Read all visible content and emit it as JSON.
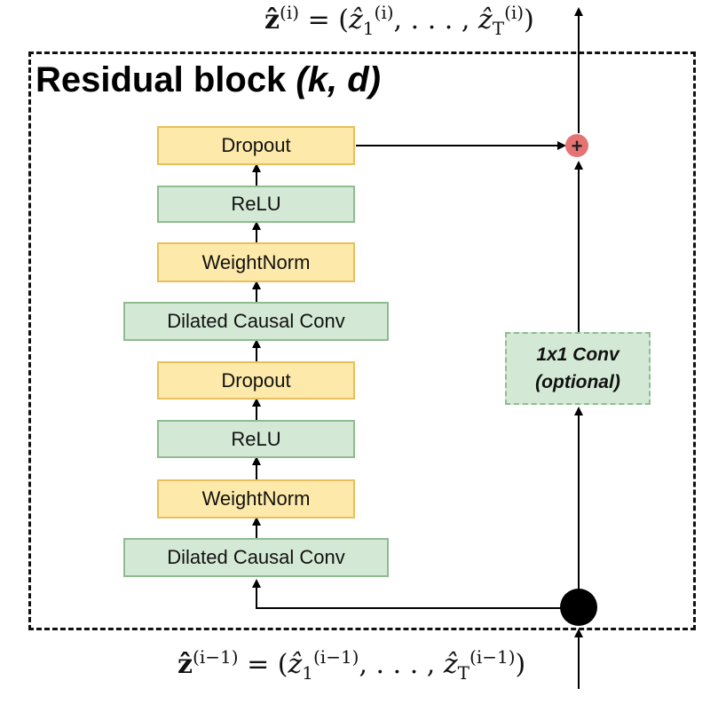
{
  "output_label": {
    "lhs": "ẑ",
    "lhs_sup": "(i)",
    "eq": " = (",
    "z1": "ẑ",
    "z1_sub": "1",
    "z1_sup": "(i)",
    "dots": ", . . . , ",
    "zT": "ẑ",
    "zT_sub": "T",
    "zT_sup": "(i)",
    "close": ")"
  },
  "input_label": {
    "lhs": "ẑ",
    "lhs_sup": "(i−1)",
    "eq": " = (",
    "z1": "ẑ",
    "z1_sub": "1",
    "z1_sup": "(i−1)",
    "dots": ", . . . , ",
    "zT": "ẑ",
    "zT_sub": "T",
    "zT_sup": "(i−1)",
    "close": ")"
  },
  "block": {
    "title": "Residual block ",
    "params": "(k, d)"
  },
  "layers": [
    {
      "label": "Dropout",
      "color": "#fde9a9"
    },
    {
      "label": "ReLU",
      "color": "#d4e9d5"
    },
    {
      "label": "WeightNorm",
      "color": "#fde9a9"
    },
    {
      "label": "Dilated Causal Conv",
      "color": "#d4e9d5"
    },
    {
      "label": "Dropout",
      "color": "#fde9a9"
    },
    {
      "label": "ReLU",
      "color": "#d4e9d5"
    },
    {
      "label": "WeightNorm",
      "color": "#fde9a9"
    },
    {
      "label": "Dilated Causal Conv",
      "color": "#d4e9d5"
    }
  ],
  "skip": {
    "line1": "1x1 Conv",
    "line2": "(optional)"
  },
  "sum_node": {
    "symbol": "+",
    "color": "#e57373"
  },
  "colors": {
    "yellow_fill": "#fde9a9",
    "yellow_border": "#e8bf5c",
    "green_fill": "#d4e9d5",
    "green_border": "#8fbc8f",
    "line": "#000000"
  }
}
